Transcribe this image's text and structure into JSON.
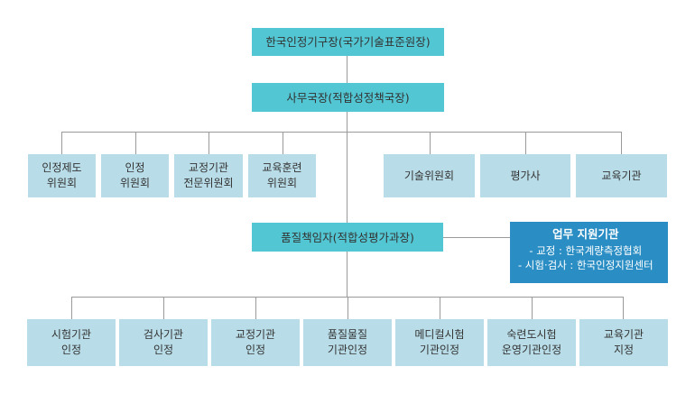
{
  "top": {
    "head": "한국인정기구장(국가기술표준원장)",
    "secretariat": "사무국장(적합성정책국장)"
  },
  "upper_committees": [
    "인정제도\n위원회",
    "인정\n위원회",
    "교정기관\n전문위원회",
    "교육훈련\n위원회"
  ],
  "right_units": [
    "기술위원회",
    "평가사",
    "교육기관"
  ],
  "quality_manager": "품질책임자(적합성평가과장)",
  "support": {
    "title": "업무 지원기관",
    "lines": [
      "- 교정 : 한국계량측정협회",
      "- 시험·검사 : 한국인정지원센터"
    ]
  },
  "accreditation_areas": [
    "시험기관\n인정",
    "검사기관\n인정",
    "교정기관\n인정",
    "품질물질\n기관인정",
    "메디컬시험\n기관인정",
    "숙련도시험\n운영기관인정",
    "교육기관\n지정"
  ],
  "colors": {
    "teal": "#52c6d3",
    "light": "#b9dde8",
    "support": "#2a8ec4",
    "line": "#9a9a9a"
  }
}
